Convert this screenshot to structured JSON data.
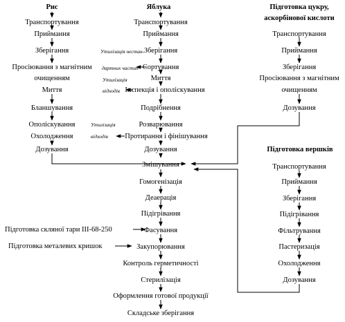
{
  "columns": {
    "rice": {
      "title": "Рис",
      "steps": [
        "Транспортування",
        "Приймання",
        "Зберігання",
        "Просіювання з магнітним",
        "очищенням",
        "Миття",
        "Бланшування",
        "Ополіскування",
        "Охолодження",
        "Дозування"
      ]
    },
    "apples": {
      "title": "Яблука",
      "steps": [
        "Транспортування",
        "Приймання",
        "Зберігання",
        "Сортування",
        "Миття",
        "Інспекція і ополіскування",
        "Подрібнення",
        "Розварювання",
        "Протирання і фінішування",
        "Дозування"
      ],
      "notes": [
        "Утилізація нестан-",
        "дартних частин",
        "Утилізація",
        "відходів",
        "Утилізація",
        "відходів"
      ]
    },
    "sugar": {
      "title_line1": "Підготовка цукру,",
      "title_line2": "аскорбінової кислоти",
      "steps": [
        "Транспортування",
        "Приймання",
        "Зберігання",
        "Просіювання з магнітним",
        "очищенням",
        "Дозування"
      ]
    },
    "cream": {
      "title": "Підготовка вершків",
      "steps": [
        "Транспортування",
        "Приймання",
        "Зберігання",
        "Підігрівання",
        "Фільтрування",
        "Пастеризація",
        "Охолодження",
        "Дозування"
      ]
    }
  },
  "main_line": [
    "Змішування",
    "Гомогенізація",
    "Деаерація",
    "Підігрівання",
    "Фасування",
    "Закупорювання",
    "Контроль герметичності",
    "Стерилізація",
    "Оформлення готової продукції",
    "Складське зберігання"
  ],
  "side_inputs": [
    "Підготовка скляної тари ІІІ-68-250",
    "Підготовка металевих кришок"
  ]
}
